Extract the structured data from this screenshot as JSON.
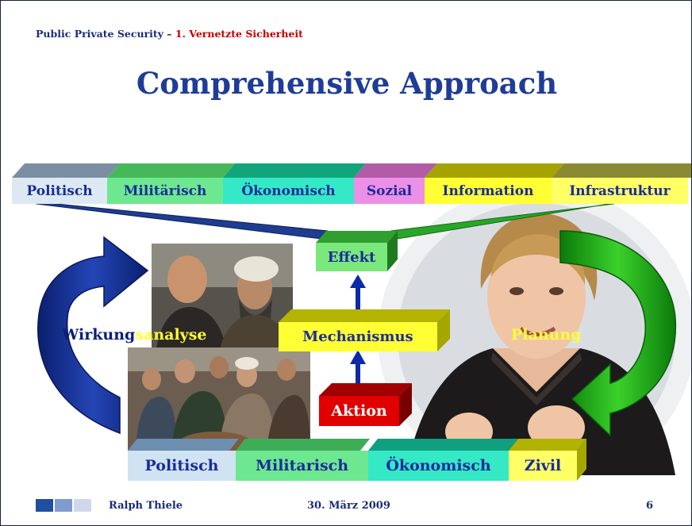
{
  "header": {
    "prefix": "Public Private Security – ",
    "section": "1. Vernetzte Sicherheit"
  },
  "title": "Comprehensive Approach",
  "top_domains": [
    "Politisch",
    "Militärisch",
    "Ökonomisch",
    "Sozial",
    "Information",
    "Infrastruktur"
  ],
  "bottom_domains": [
    "Politisch",
    "Militarisch",
    "Ökonomisch",
    "Zivil"
  ],
  "boxes": {
    "effekt": "Effekt",
    "mechanismus": "Mechanismus",
    "aktion": "Aktion"
  },
  "labels": {
    "wirkung_a": "Wirkung",
    "wirkung_b": "sanalyse",
    "planung": "Planung"
  },
  "footer": {
    "name": "Ralph Thiele",
    "date": "30. März 2009",
    "page": "6"
  },
  "colors": {
    "title_blue": "#1f3d96",
    "header_red": "#c00000",
    "cycle_left_blue": "#0d2a86",
    "cycle_right_green": "#1aa20f",
    "box_yellow": "#ffff33",
    "box_green": "#7be87b",
    "box_red": "#e00000"
  }
}
